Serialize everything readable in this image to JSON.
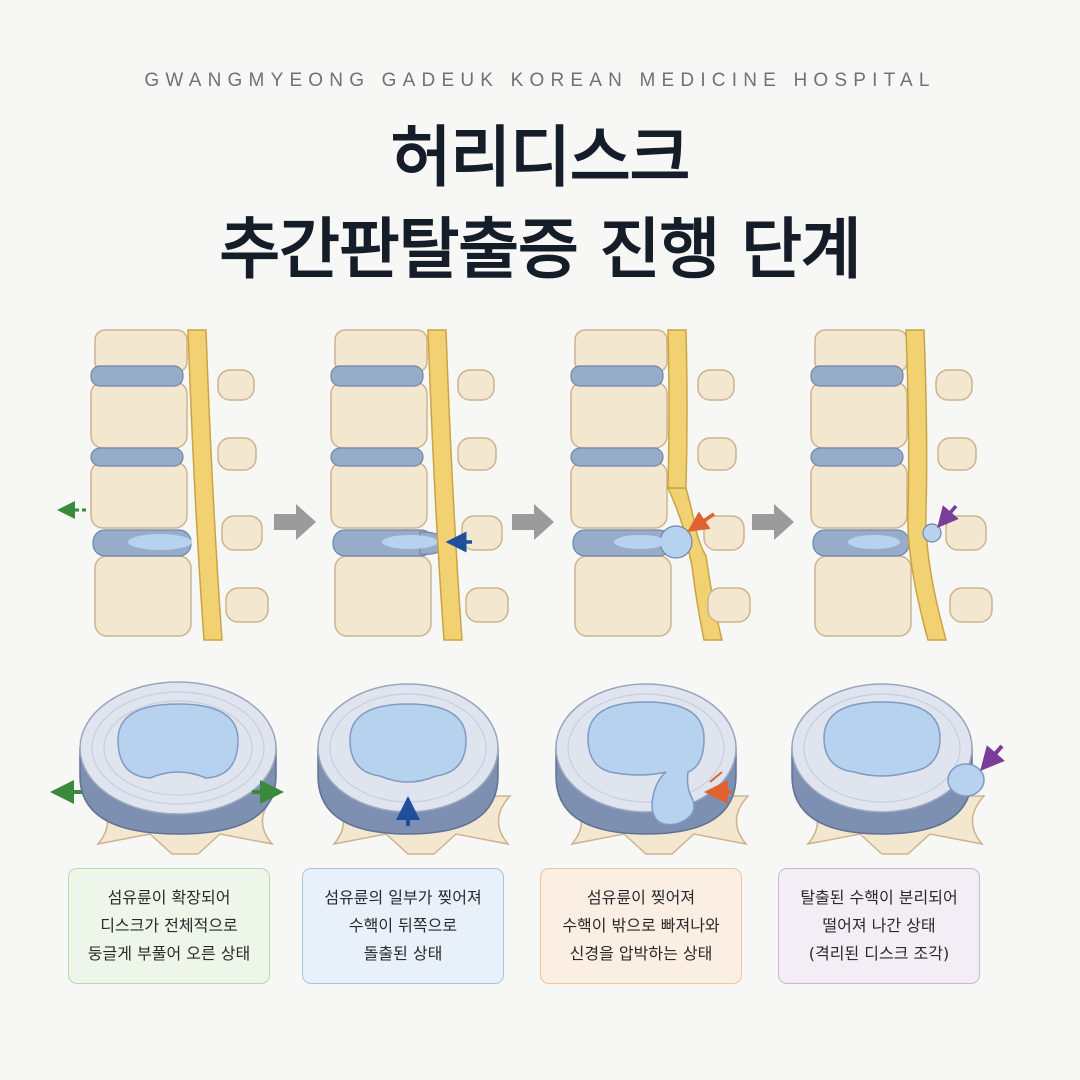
{
  "header": {
    "subtitle": "GWANGMYEONG GADEUK KOREAN MEDICINE HOSPITAL",
    "title_line1": "허리디스크",
    "title_line2": "추간판탈출증 진행 단계"
  },
  "stages": [
    {
      "caption_lines": [
        "섬유륜이 확장되어",
        "디스크가 전체적으로",
        "둥글게 부풀어 오른 상태"
      ],
      "accent": "#3a8a3c"
    },
    {
      "caption_lines": [
        "섬유륜의 일부가 찢어져",
        "수핵이 뒤쪽으로",
        "돌출된 상태"
      ],
      "accent": "#1f4f9c"
    },
    {
      "caption_lines": [
        "섬유륜이 찢어져",
        "수핵이 밖으로 빠져나와",
        "신경을 압박하는 상태"
      ],
      "accent": "#e0622e"
    },
    {
      "caption_lines": [
        "탈출된 수핵이 분리되어",
        "떨어져 나간 상태",
        "(격리된 디스크 조각)"
      ],
      "accent": "#7a3d99"
    }
  ],
  "colors": {
    "bone": "#f3e7cf",
    "bone_edge": "#cdb48e",
    "disc": "#97acc9",
    "nucleus": "#b7d2ef",
    "nerve": "#f2d173",
    "flow_arrow": "#9b9b9b"
  }
}
